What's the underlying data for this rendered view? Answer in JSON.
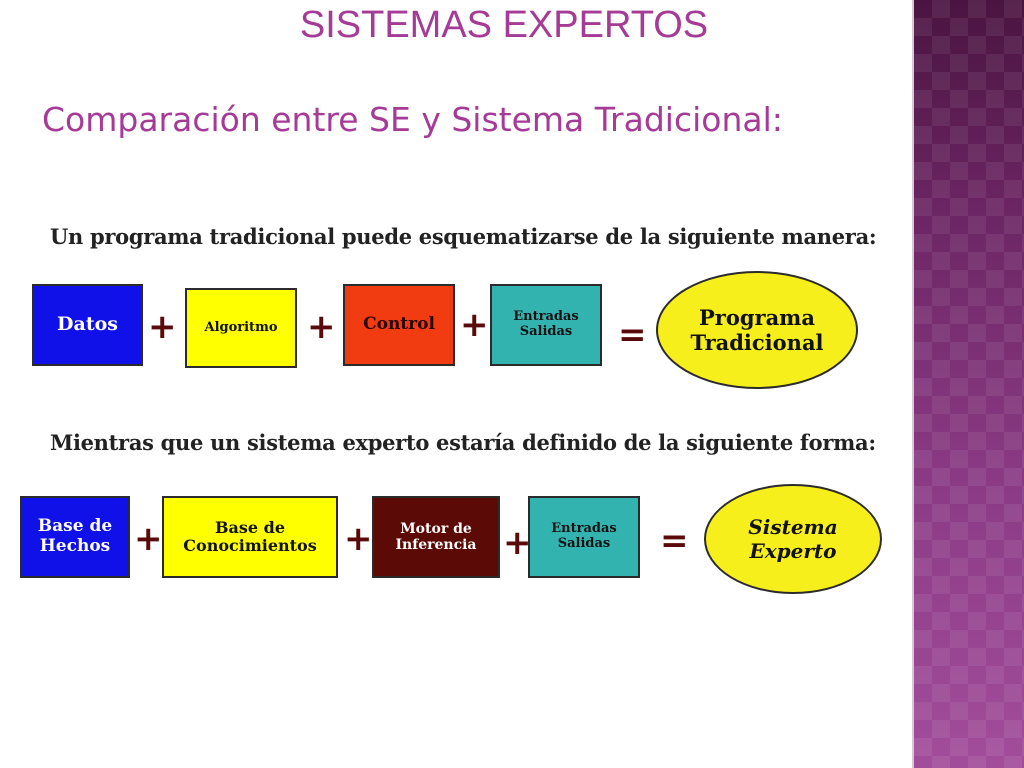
{
  "header": {
    "title": "SISTEMAS EXPERTOS",
    "subtitle": "Comparación entre SE y Sistema Tradicional:"
  },
  "traditional": {
    "caption": "Un programa tradicional puede esquematizarse de la siguiente manera:",
    "boxes": [
      {
        "label": "Datos",
        "color": "#1010e8"
      },
      {
        "label": "Algoritmo",
        "color": "#ffff00"
      },
      {
        "label": "Control",
        "color": "#f03c10"
      },
      {
        "label": "Entradas\nSalidas",
        "color": "#33b3b0"
      }
    ],
    "result": "Programa\nTradicional",
    "plus": "+",
    "equals": "="
  },
  "expert": {
    "caption": "Mientras que un sistema experto estaría definido de la siguiente forma:",
    "boxes": [
      {
        "label": "Base de\nHechos",
        "color": "#1010e8"
      },
      {
        "label": "Base de\nConocimientos",
        "color": "#ffff00"
      },
      {
        "label": "Motor de\nInferencia",
        "color": "#5c0a06"
      },
      {
        "label": "Entradas\nSalidas",
        "color": "#33b3b0"
      }
    ],
    "result": "Sistema\nExperto",
    "plus": "+",
    "equals": "="
  }
}
